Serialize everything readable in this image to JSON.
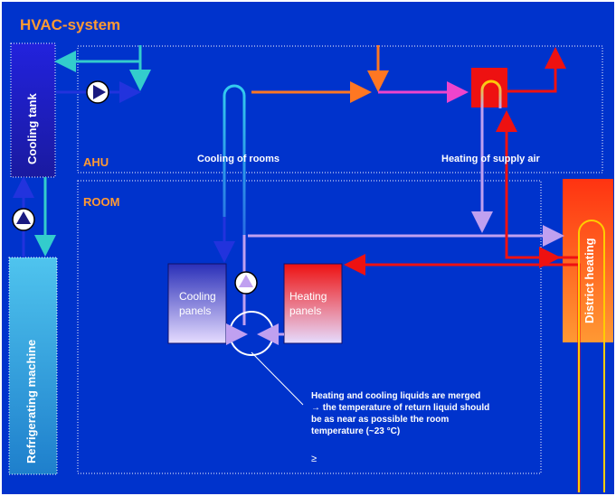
{
  "diagram": {
    "title": "HVAC-system",
    "zones": {
      "ahu": "AHU",
      "room": "ROOM"
    },
    "labels": {
      "cooling_of_rooms": "Cooling of rooms",
      "heating_of_supply_air": "Heating of supply air"
    },
    "components": {
      "cooling_tank": "Cooling tank",
      "refrigerating_machine": "Refrigerating machine",
      "district_heating": "District heating",
      "cooling_panels": "Cooling panels",
      "heating_panels": "Heating panels"
    },
    "note": "Heating and cooling liquids are merged → the temperature of return liquid should be as near as possible the room temperature (~23 °C)",
    "symbol": "≥",
    "colors": {
      "background": "#0033cc",
      "title": "#ff9a33",
      "cold": "#2233dd",
      "cyan": "#33cccc",
      "hot": "#ee1111",
      "orange": "#ff7722",
      "lilac": "#c0a0f0"
    }
  }
}
